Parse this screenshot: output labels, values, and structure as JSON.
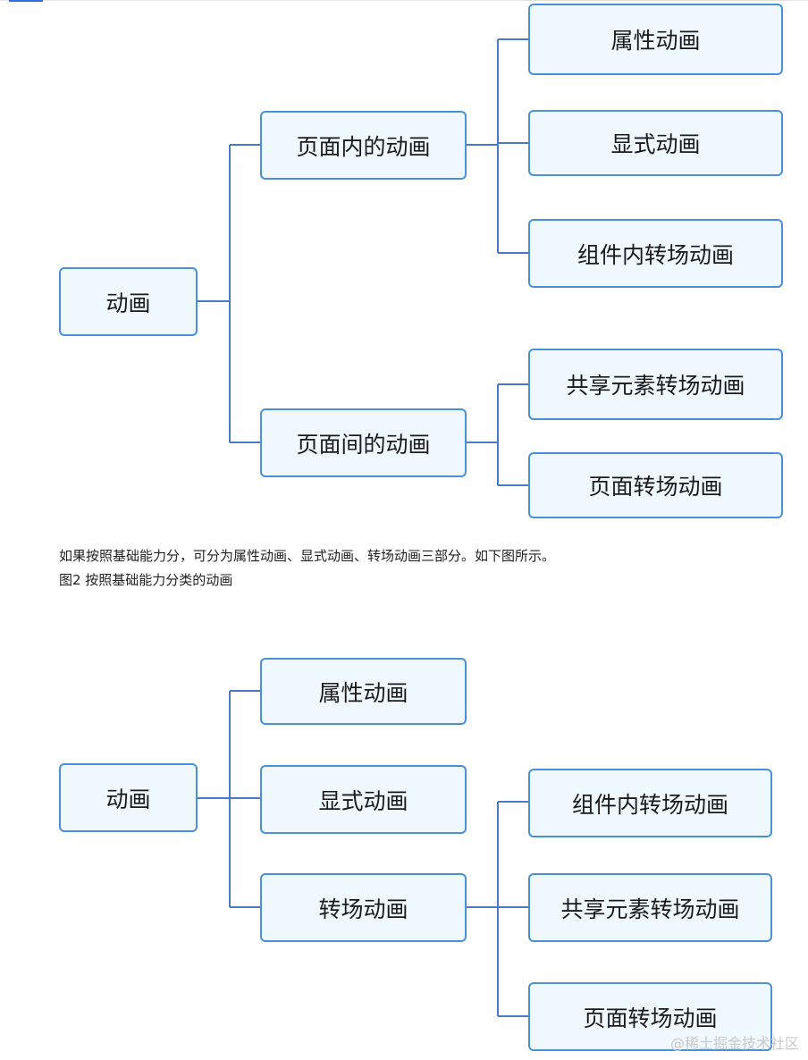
{
  "diagram1": {
    "root": "动画",
    "level1": [
      "页面内的动画",
      "页面间的动画"
    ],
    "inner_children": [
      "属性动画",
      "显式动画",
      "组件内转场动画"
    ],
    "between_children": [
      "共享元素转场动画",
      "页面转场动画"
    ]
  },
  "caption": {
    "text": "如果按照基础能力分，可分为属性动画、显式动画、转场动画三部分。如下图所示。",
    "figure_title": "图2 按照基础能力分类的动画"
  },
  "diagram2": {
    "root": "动画",
    "level1": [
      "属性动画",
      "显式动画",
      "转场动画"
    ],
    "transition_children": [
      "组件内转场动画",
      "共享元素转场动画",
      "页面转场动画"
    ]
  },
  "watermark": "@稀土掘金技术社区",
  "colors": {
    "node_border": "#4a90d6",
    "node_fill": "#eef8fd",
    "connector": "#4b79c8"
  }
}
